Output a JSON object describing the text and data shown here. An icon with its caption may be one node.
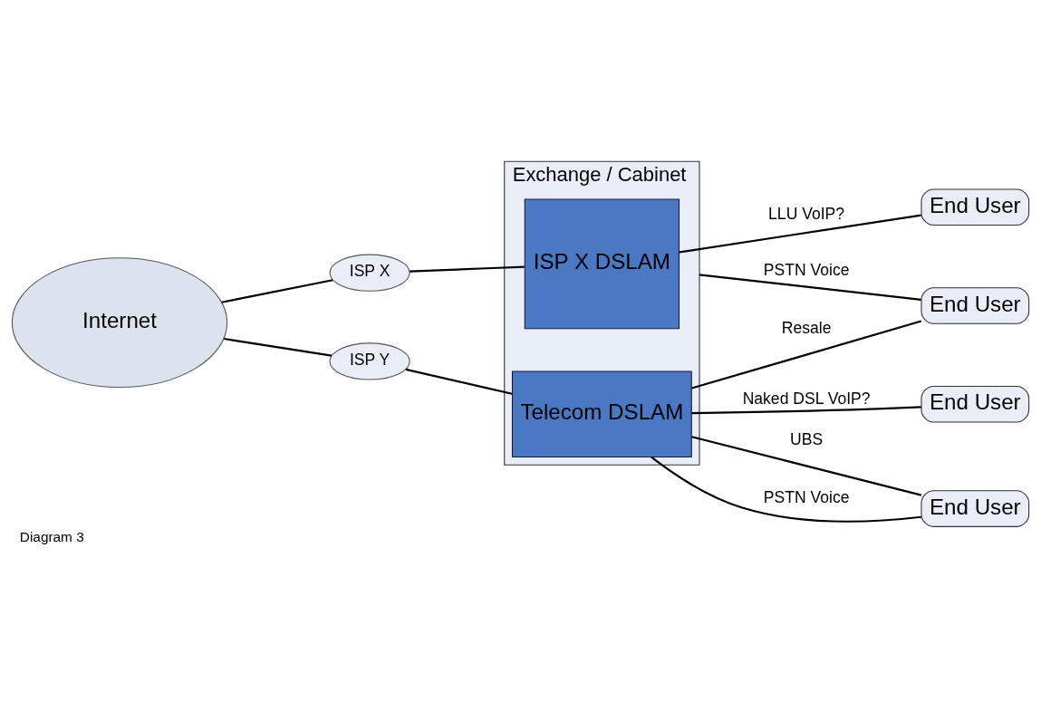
{
  "diagram": {
    "caption": "Diagram 3",
    "nodes": [
      {
        "text": [
          "Exchange / Cabinet"
        ]
      },
      {
        "text": [
          "ISP X DSLAM"
        ],
        "in": 0
      },
      {
        "text": [
          "Telecom DSLAM"
        ],
        "in": 0
      },
      {
        "text": [
          "Internet"
        ]
      },
      {
        "text": [
          "ISP X"
        ]
      },
      {
        "text": [
          "ISP Y"
        ]
      },
      {
        "text": [
          "End User"
        ]
      },
      {
        "text": [
          "End User"
        ]
      },
      {
        "text": [
          "End User"
        ]
      },
      {
        "text": [
          "End User"
        ]
      }
    ],
    "edges": [
      {
        "from": 3,
        "to": 4,
        "arrow": "none"
      },
      {
        "from": 4,
        "to": 1,
        "arrow": "none"
      },
      {
        "from": 3,
        "to": 5,
        "arrow": "none"
      },
      {
        "from": 5,
        "to": 2,
        "arrow": "none"
      },
      {
        "from": 1,
        "to": 6,
        "arrow": "none",
        "label": "LLU VoIP?"
      },
      {
        "from": 2,
        "to": 7,
        "arrow": "none",
        "label": "Naked DSL VoIP?"
      },
      {
        "from": 2,
        "to": 8,
        "arrow": "none",
        "label": "UBS"
      },
      {
        "from": 2,
        "to": 8,
        "arrow": "none",
        "label": "PSTN Voice"
      },
      {
        "from": 2,
        "to": 9,
        "arrow": "none",
        "label": "Resale"
      },
      {
        "from": 0,
        "to": 9,
        "arrow": "none",
        "label": "PSTN Voice"
      }
    ]
  }
}
